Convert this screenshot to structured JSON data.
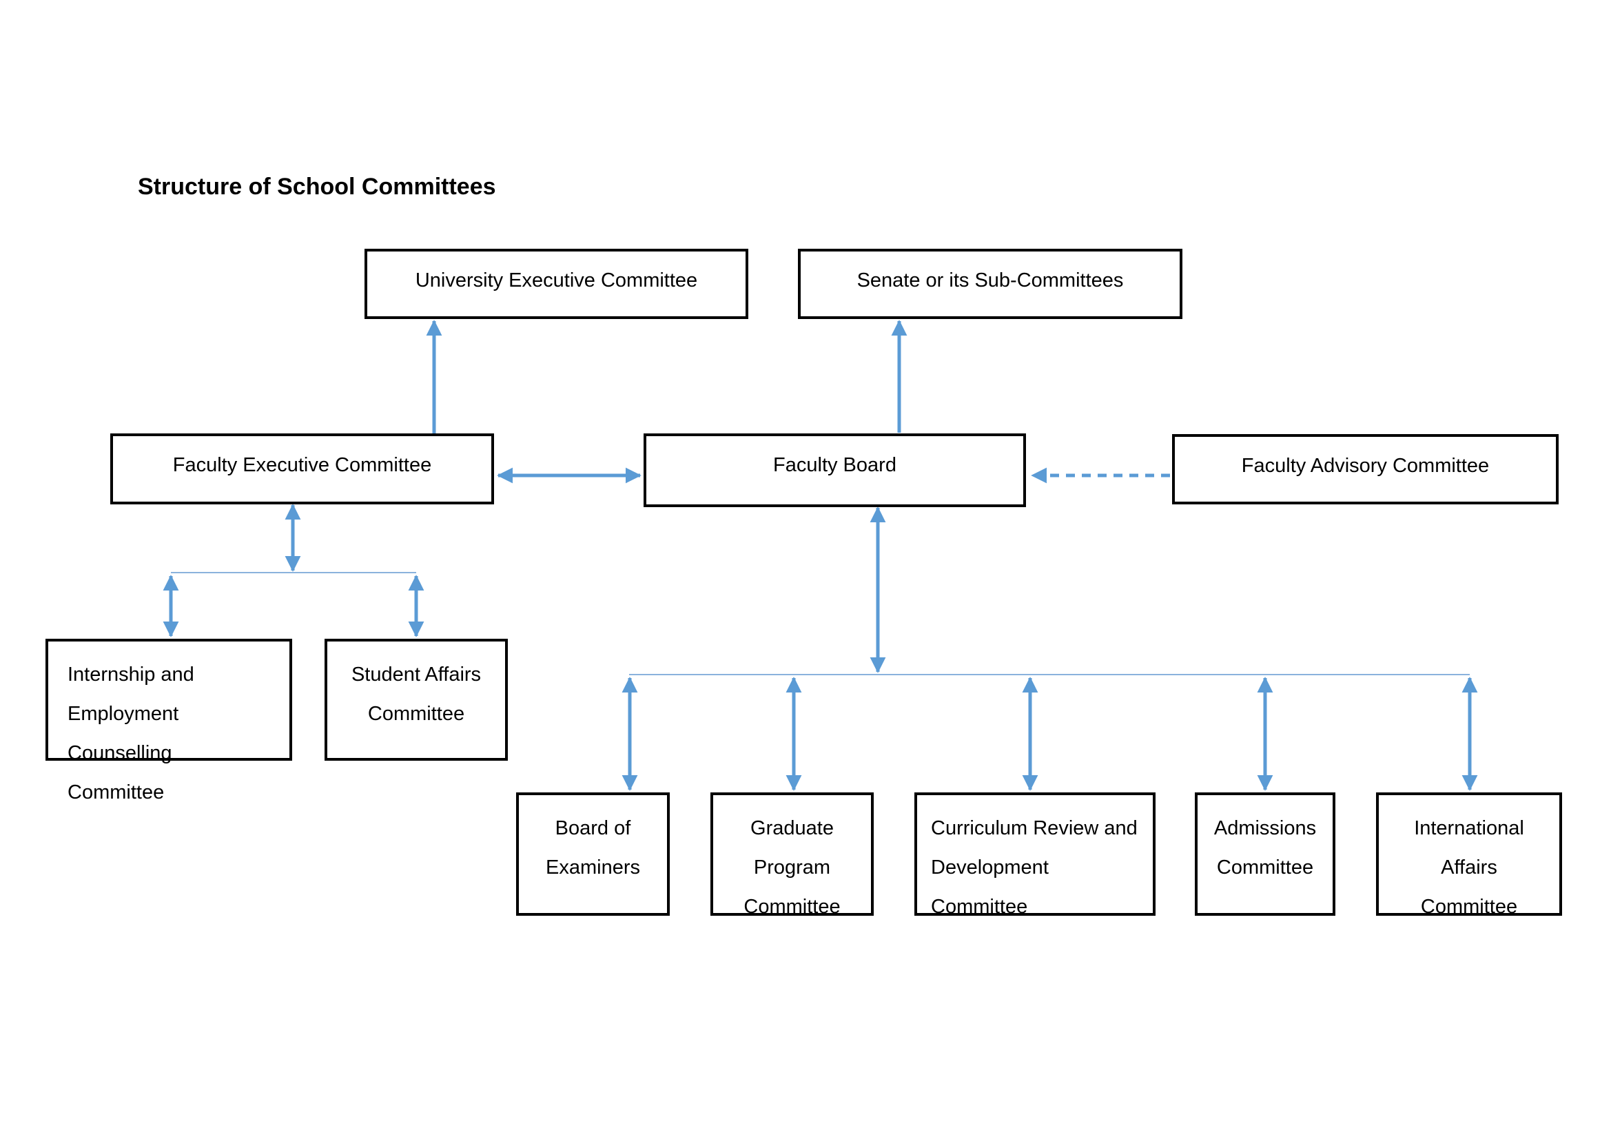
{
  "title": "Structure of School Committees",
  "colors": {
    "arrow": "#5b9bd5",
    "connector": "#8ab2dd",
    "box_border": "#000000",
    "text": "#000000",
    "background": "#ffffff"
  },
  "nodes": {
    "university_executive": {
      "label": "University Executive Committee"
    },
    "senate": {
      "label": "Senate or its Sub-Committees"
    },
    "faculty_executive": {
      "label": "Faculty Executive Committee"
    },
    "faculty_board": {
      "label": "Faculty Board"
    },
    "faculty_advisory": {
      "label": "Faculty Advisory Committee"
    },
    "internship": {
      "label": "Internship and\nEmployment Counselling\nCommittee"
    },
    "student_affairs": {
      "label": "Student Affairs\nCommittee"
    },
    "board_of_examiners": {
      "label": "Board of\nExaminers"
    },
    "graduate_program": {
      "label": "Graduate\nProgram\nCommittee"
    },
    "curriculum": {
      "label": "Curriculum Review and\nDevelopment\nCommittee"
    },
    "admissions": {
      "label": "Admissions\nCommittee"
    },
    "international": {
      "label": "International\nAffairs\nCommittee"
    }
  },
  "edges": [
    {
      "from": "faculty_executive",
      "to": "university_executive",
      "style": "solid",
      "arrowheads": "end"
    },
    {
      "from": "faculty_board",
      "to": "senate",
      "style": "solid",
      "arrowheads": "end"
    },
    {
      "from": "faculty_executive",
      "to": "faculty_board",
      "style": "solid",
      "arrowheads": "both"
    },
    {
      "from": "faculty_advisory",
      "to": "faculty_board",
      "style": "dashed",
      "arrowheads": "end"
    },
    {
      "from": "faculty_executive",
      "to": "internship",
      "style": "solid",
      "arrowheads": "both"
    },
    {
      "from": "faculty_executive",
      "to": "student_affairs",
      "style": "solid",
      "arrowheads": "both"
    },
    {
      "from": "faculty_board",
      "to": "board_of_examiners",
      "style": "solid",
      "arrowheads": "both"
    },
    {
      "from": "faculty_board",
      "to": "graduate_program",
      "style": "solid",
      "arrowheads": "both"
    },
    {
      "from": "faculty_board",
      "to": "curriculum",
      "style": "solid",
      "arrowheads": "both"
    },
    {
      "from": "faculty_board",
      "to": "admissions",
      "style": "solid",
      "arrowheads": "both"
    },
    {
      "from": "faculty_board",
      "to": "international",
      "style": "solid",
      "arrowheads": "both"
    }
  ]
}
